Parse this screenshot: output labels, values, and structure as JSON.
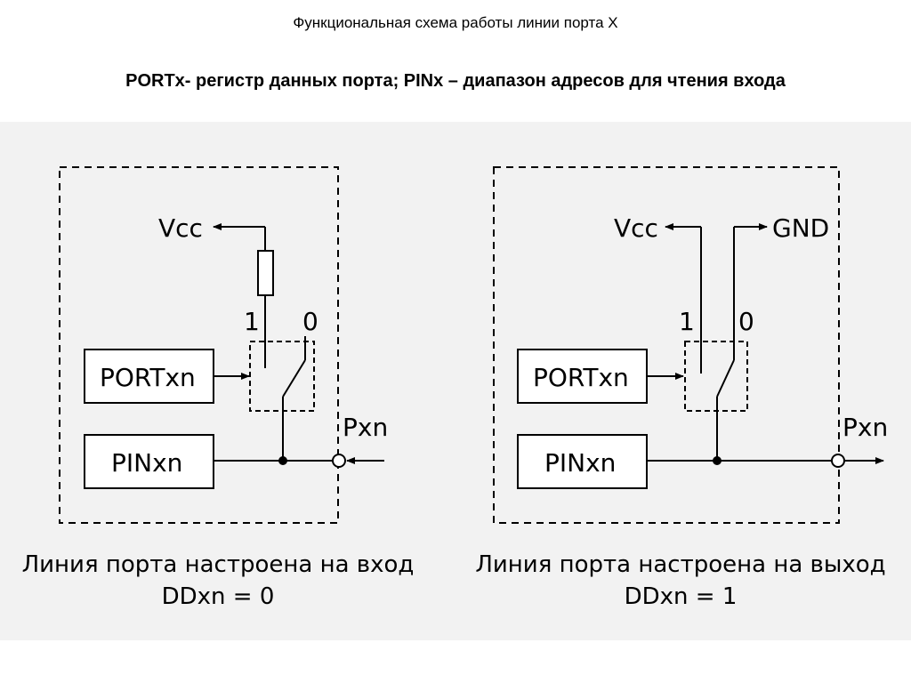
{
  "header": {
    "title": "Функциональная схема работы линии порта X",
    "subtitle": "PORTx- регистр данных порта; PINx – диапазон адресов для чтения входа"
  },
  "left_diagram": {
    "vcc_label": "Vcc",
    "switch_label_1": "1",
    "switch_label_0": "0",
    "port_register_label": "PORTxn",
    "pin_register_label": "PINxn",
    "pin_label": "Pxn",
    "caption_line1": "Линия порта настроена на вход",
    "caption_line2": "DDxn = 0"
  },
  "right_diagram": {
    "vcc_label": "Vcc",
    "gnd_label": "GND",
    "switch_label_1": "1",
    "switch_label_0": "0",
    "port_register_label": "PORTxn",
    "pin_register_label": "PINxn",
    "pin_label": "Pxn",
    "caption_line1": "Линия порта настроена на выход",
    "caption_line2": "DDxn = 1"
  }
}
